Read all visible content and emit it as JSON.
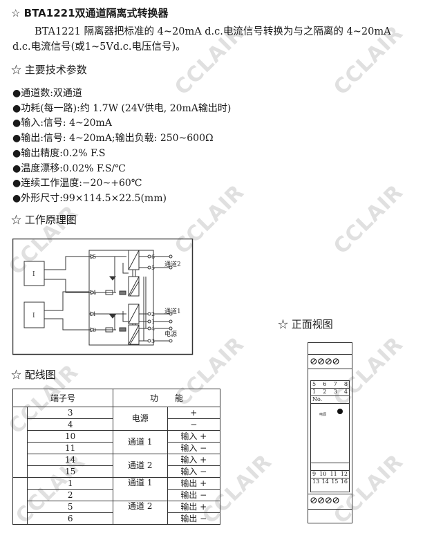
{
  "watermark": "CCLAIR",
  "title": "☆ BTA1221双通道隔离式转换器",
  "intro": [
    "BTA1221 隔离器把标准的 4~20mA d.c.电流信号转换为与之隔离的 4~20mA",
    "d.c.电流信号(或1~5Vd.c.电压信号)。"
  ],
  "specs_heading": "☆ 主要技术参数",
  "specs": [
    "●通道数:双通道",
    "●功耗(每一路):约 1.7W (24V供电,  20mA输出时)",
    "●输入:信号: 4~20mA",
    "●输出:信号: 4~20mA;输出负载: 250~600Ω",
    "●输出精度:0.2% F.S",
    "●温度漂移:0.02% F.S/℃",
    "●连续工作温度:−20~+60℃",
    "●外形尺寸:99×114.5×22.5(mm)"
  ],
  "principle_heading": "☆ 工作原理图",
  "diagram": {
    "terminals": [
      "15",
      "14",
      "11",
      "10",
      "6",
      "5",
      "2",
      "1",
      "4",
      "3"
    ],
    "labels": {
      "ch2": "通道2",
      "ch1": "通道1",
      "power": "电源"
    },
    "source": "I"
  },
  "front_heading": "☆ 正面视图",
  "front": {
    "top_row1": [
      "5",
      "6",
      "7",
      "8"
    ],
    "top_row2": [
      "1",
      "2",
      "3",
      "4"
    ],
    "no": "No.",
    "power": "电源",
    "bot_row1": [
      "9",
      "10",
      "11",
      "12"
    ],
    "bot_row2": [
      "13",
      "14",
      "15",
      "16"
    ]
  },
  "wiring_heading": "☆ 配线图",
  "table": {
    "headers": [
      "端子号",
      "功　　能"
    ],
    "rows": [
      [
        "3",
        "电源",
        "+"
      ],
      [
        "4",
        "",
        "−"
      ],
      [
        "10",
        "通道 1",
        "输入 +"
      ],
      [
        "11",
        "",
        "输入 −"
      ],
      [
        "14",
        "通道 2",
        "输入 +"
      ],
      [
        "15",
        "",
        "输入 −"
      ],
      [
        "1",
        "通道 1",
        "输出 +"
      ],
      [
        "2",
        "",
        "输出 −"
      ],
      [
        "5",
        "通道 2",
        "输出 +"
      ],
      [
        "6",
        "",
        "输出 −"
      ]
    ]
  }
}
